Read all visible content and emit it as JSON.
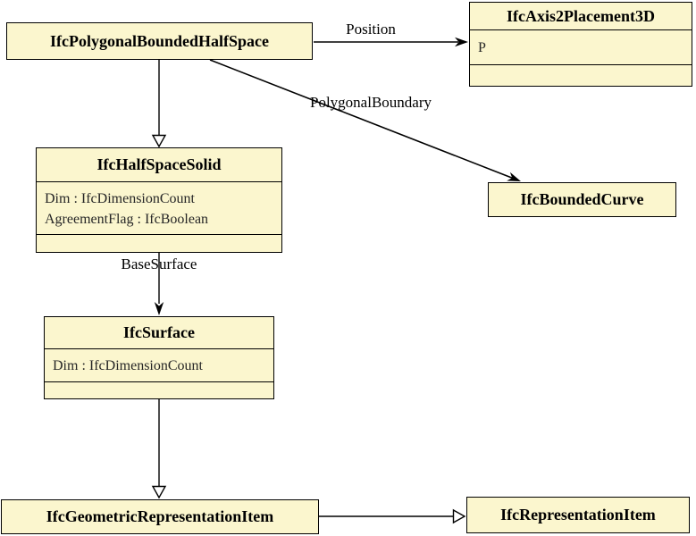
{
  "diagram": {
    "type": "uml-class-diagram",
    "nodes": {
      "polygonal_bounded_half_space": {
        "title": "IfcPolygonalBoundedHalfSpace"
      },
      "axis2_placement_3d": {
        "title": "IfcAxis2Placement3D",
        "attributes": [
          "P"
        ]
      },
      "half_space_solid": {
        "title": "IfcHalfSpaceSolid",
        "attributes": [
          "Dim : IfcDimensionCount",
          "AgreementFlag : IfcBoolean"
        ]
      },
      "bounded_curve": {
        "title": "IfcBoundedCurve"
      },
      "surface": {
        "title": "IfcSurface",
        "attributes": [
          "Dim : IfcDimensionCount"
        ]
      },
      "geometric_representation_item": {
        "title": "IfcGeometricRepresentationItem"
      },
      "representation_item": {
        "title": "IfcRepresentationItem"
      }
    },
    "edge_labels": {
      "position": "Position",
      "polygonal_boundary": "PolygonalBoundary",
      "base_surface": "BaseSurface"
    },
    "colors": {
      "node_fill": "#FBF6CE",
      "node_border": "#000000",
      "background": "#FFFFFF",
      "attribute_text": "#262626"
    }
  }
}
